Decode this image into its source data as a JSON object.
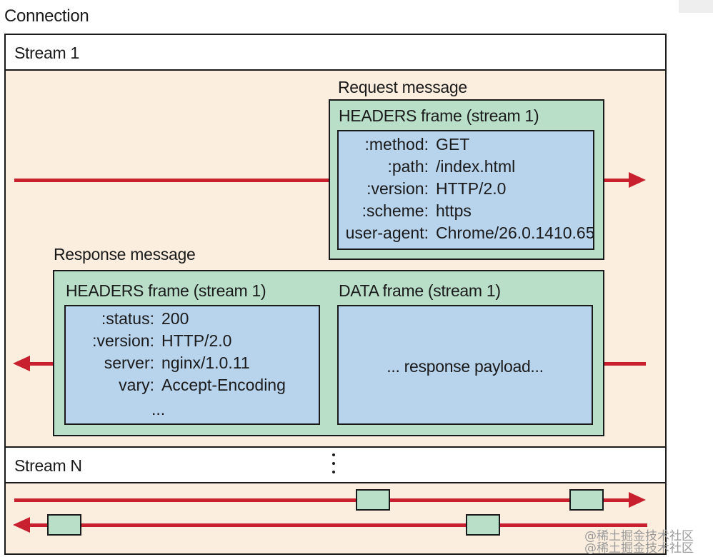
{
  "title": "Connection",
  "stream1": {
    "label": "Stream 1",
    "request": {
      "caption": "Request message",
      "frame_title": "HEADERS frame (stream 1)",
      "headers": [
        {
          "key": ":method:",
          "value": "GET"
        },
        {
          "key": ":path:",
          "value": "/index.html"
        },
        {
          "key": ":version:",
          "value": "HTTP/2.0"
        },
        {
          "key": ":scheme:",
          "value": "https"
        },
        {
          "key": "user-agent:",
          "value": "Chrome/26.0.1410.65"
        }
      ]
    },
    "response": {
      "caption": "Response message",
      "headers_frame_title": "HEADERS frame (stream 1)",
      "headers": [
        {
          "key": ":status:",
          "value": "200"
        },
        {
          "key": ":version:",
          "value": "HTTP/2.0"
        },
        {
          "key": "server:",
          "value": "nginx/1.0.11"
        },
        {
          "key": "vary:",
          "value": "Accept-Encoding"
        },
        {
          "key": "",
          "value": "..."
        }
      ],
      "data_frame_title": "DATA frame (stream 1)",
      "payload": "... response payload..."
    }
  },
  "streamN": {
    "label": "Stream N"
  },
  "watermark": "@稀土掘金技术社区",
  "colors": {
    "stream_bg": "#fbeedf",
    "frame_green": "#b9dfc9",
    "header_blue": "#b8d3ec",
    "arrow_red": "#c8202e"
  }
}
